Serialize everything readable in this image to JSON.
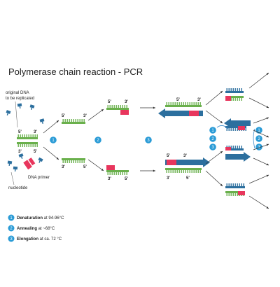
{
  "title": "Polymerase chain reaction - PCR",
  "labels": {
    "original_dna": [
      "original DNA",
      "to be replicated"
    ],
    "dna_primer": "DNA primer",
    "nucleotide": "nucleotide",
    "five_prime": "5'",
    "three_prime": "3'"
  },
  "steps": [
    {
      "number": "1",
      "name": "Denaturation",
      "detail": " at 94-96°C"
    },
    {
      "number": "2",
      "name": "Annealing",
      "detail": " at ~68°C"
    },
    {
      "number": "3",
      "name": "Elongation",
      "detail": " at ca. 72 °C"
    }
  ],
  "colors": {
    "green": "#6ab04c",
    "pink": "#e8365d",
    "blue": "#2c6f9e",
    "step": "#2a9bd6",
    "arrow": "#3a89c9"
  }
}
